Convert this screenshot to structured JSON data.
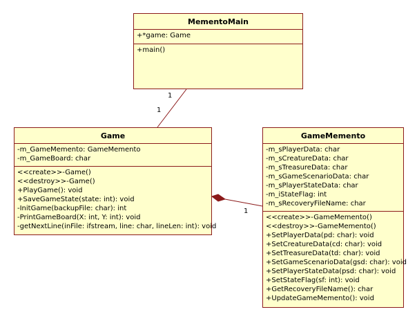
{
  "classes": {
    "memento_main": {
      "name": "MementoMain",
      "attributes": [
        "+*game: Game"
      ],
      "operations": [
        "+main()"
      ]
    },
    "game": {
      "name": "Game",
      "attributes": [
        "-m_GameMemento: GameMemento",
        "-m_GameBoard: char"
      ],
      "operations": [
        "<<create>>-Game()",
        "<<destroy>>-Game()",
        "+PlayGame(): void",
        "+SaveGameState(state: int): void",
        "-InitGame(backupFile: char): int",
        "-PrintGameBoard(X: int, Y: int): void",
        "-getNextLine(inFile: ifstream, line: char, lineLen: int): void"
      ]
    },
    "game_memento": {
      "name": "GameMemento",
      "attributes": [
        "-m_sPlayerData: char",
        "-m_sCreatureData: char",
        "-m_sTreasureData: char",
        "-m_sGameScenarioData: char",
        "-m_sPlayerStateData: char",
        "-m_iStateFlag: int",
        "-m_sRecoveryFileName: char"
      ],
      "operations": [
        "<<create>>-GameMemento()",
        "<<destroy>>-GameMemento()",
        "+SetPlayerData(pd: char): void",
        "+SetCreatureData(cd: char): void",
        "+SetTreasureData(td: char): void",
        "+SetGameScenarioData(gsd: char): void",
        "+SetPlayerStateData(psd: char): void",
        "+SetStateFlag(sf: int): void",
        "+GetRecoveryFileName(): char",
        "+UpdateGameMemento(): void"
      ]
    }
  },
  "associations": {
    "main_game": {
      "multiplicity_main_end": "1",
      "multiplicity_game_end": "1"
    },
    "game_memento": {
      "multiplicity_memento_end": "1"
    }
  },
  "colors": {
    "class_fill": "#ffffcc",
    "border": "#8b1a1a",
    "composition_diamond": "#8b1a1a"
  }
}
